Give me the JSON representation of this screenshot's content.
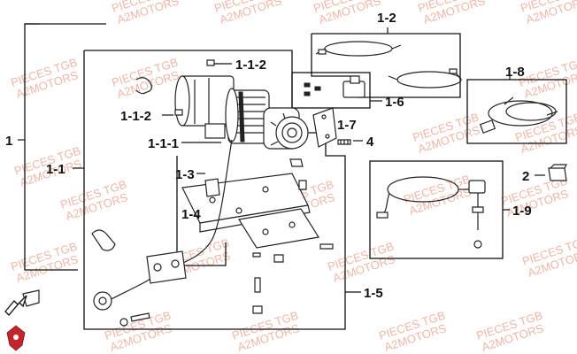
{
  "watermark": {
    "line1": "PIECES TGB",
    "line2": "A2MOTORS",
    "color": "#f0b6a6"
  },
  "labels": {
    "l_1": "1",
    "l_1_1": "1-1",
    "l_1_1_1": "1-1-1",
    "l_1_1_2a": "1-1-2",
    "l_1_1_2b": "1-1-2",
    "l_1_2": "1-2",
    "l_1_3": "1-3",
    "l_1_4": "1-4",
    "l_1_5": "1-5",
    "l_1_6": "1-6",
    "l_1_7": "1-7",
    "l_1_8": "1-8",
    "l_1_9": "1-9",
    "l_2": "2",
    "l_4": "4"
  },
  "logo": {
    "name": "brand-shield-logo",
    "color": "#c0262c"
  },
  "icons": {
    "direction": "lightning-arrow-icon"
  }
}
